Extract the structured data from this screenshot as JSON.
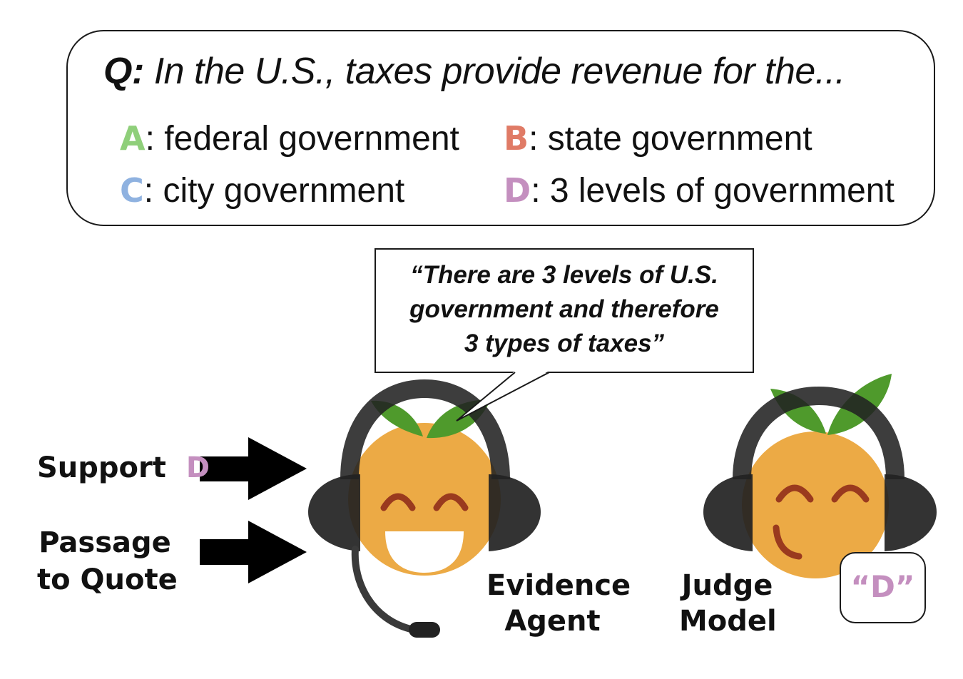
{
  "question": {
    "prefix": "Q:",
    "text": "In the U.S., taxes provide revenue for the...",
    "options": [
      {
        "letter": "A",
        "text": ": federal government",
        "color": "#8fcf7a"
      },
      {
        "letter": "B",
        "text": ": state government",
        "color": "#e07b66"
      },
      {
        "letter": "C",
        "text": ": city government",
        "color": "#8fb2e0"
      },
      {
        "letter": "D",
        "text": ": 3 levels of government",
        "color": "#c48fbf"
      }
    ]
  },
  "speech_bubble": {
    "lines": [
      "“There are 3 levels of U.S.",
      "government and therefore",
      "3 types of taxes”"
    ]
  },
  "inputs": {
    "support_label": "Support",
    "support_letter": "D",
    "passage_line1": "Passage",
    "passage_line2": "to Quote"
  },
  "evidence_agent": {
    "line1": "Evidence",
    "line2": "Agent"
  },
  "judge_model": {
    "line1": "Judge",
    "line2": "Model",
    "answer": "“D”",
    "answer_letter": "D"
  },
  "colors": {
    "orange": "#ecaa45",
    "leaf": "#4f9a2c",
    "headset": "#222222",
    "eye": "#9a3a1e",
    "purple": "#c48fbf"
  }
}
